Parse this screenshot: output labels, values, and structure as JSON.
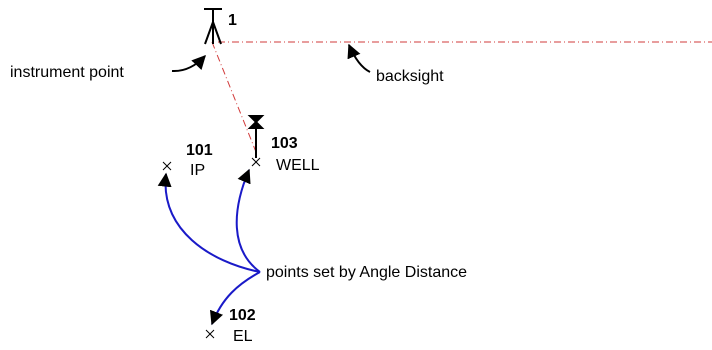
{
  "colors": {
    "ink": "#000000",
    "dashed_line": "#d23b3b",
    "callout_curve": "#1a1ac8"
  },
  "instrument": {
    "number": "1",
    "label": "instrument point",
    "icon": "tripod-icon"
  },
  "backsight": {
    "label": "backsight"
  },
  "points": [
    {
      "number": "101",
      "code": "IP"
    },
    {
      "number": "103",
      "code": "WELL",
      "icon": "well-symbol-icon"
    },
    {
      "number": "102",
      "code": "EL"
    }
  ],
  "callout": {
    "label": "points set by Angle Distance"
  }
}
